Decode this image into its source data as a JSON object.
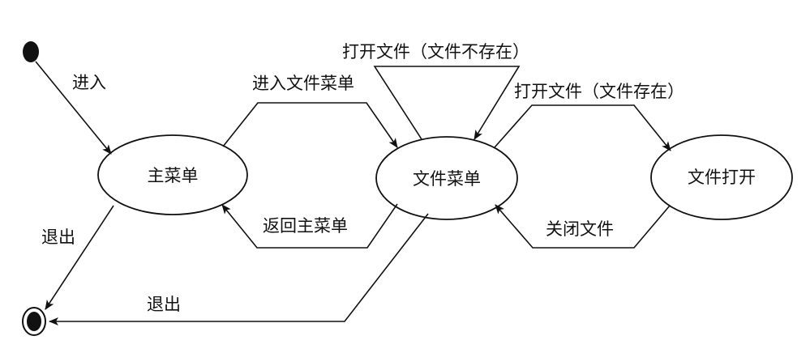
{
  "states": {
    "main_menu": "主菜单",
    "file_menu": "文件菜单",
    "file_open": "文件打开"
  },
  "transitions": {
    "enter": "进入",
    "enter_file_menu": "进入文件菜单",
    "return_main_menu": "返回主菜单",
    "open_file_not_exist": "打开文件（文件不存在）",
    "open_file_exist": "打开文件（文件存在）",
    "close_file": "关闭文件",
    "exit_from_main": "退出",
    "exit_from_file_menu": "退出"
  },
  "colors": {
    "line": "#111111",
    "background": "#ffffff"
  }
}
